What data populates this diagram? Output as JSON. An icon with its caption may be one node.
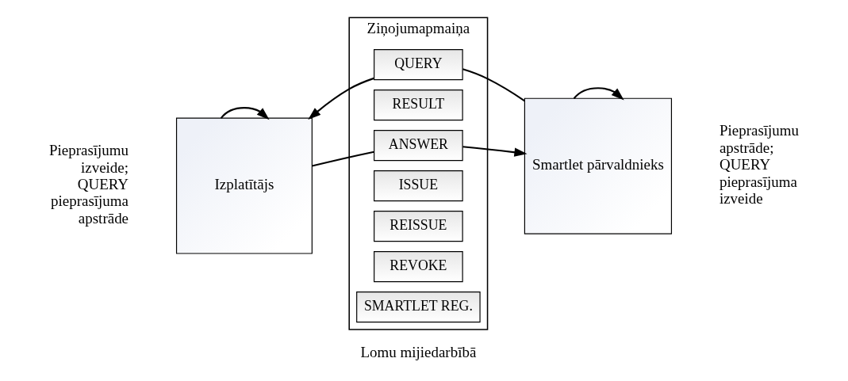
{
  "diagram": {
    "nodes": [
      {
        "text": [
          "Izplatītājs"
        ],
        "beside": [
          "Pieprasījumu izveide; QUERY pieprasījuma apstrāde"
        ]
      },
      {
        "text": [
          "Ziņojumapmaiņa"
        ],
        "beside": [
          "Lomu mijiedarbībā"
        ]
      },
      {
        "text": [
          "QUERY"
        ],
        "in": 1
      },
      {
        "text": [
          "RESULT"
        ],
        "in": 1
      },
      {
        "text": [
          "ANSWER"
        ],
        "in": 1
      },
      {
        "text": [
          "ISSUE"
        ],
        "in": 1
      },
      {
        "text": [
          "REISSUE"
        ],
        "in": 1
      },
      {
        "text": [
          "REVOKE"
        ],
        "in": 1
      },
      {
        "text": [
          "SMARTLET REG."
        ],
        "in": 1
      },
      {
        "text": [
          "Smartlet pārvaldnieks"
        ],
        "beside": [
          "Pieprasījumu apstrāde; QUERY pieprasījuma izveide"
        ]
      }
    ],
    "edges": [
      {
        "from": 0,
        "to": 0,
        "arrow": "to"
      },
      {
        "from": 9,
        "to": 2,
        "arrow": "none"
      },
      {
        "from": 2,
        "to": 0,
        "arrow": "to"
      },
      {
        "from": 0,
        "to": 4,
        "arrow": "none"
      },
      {
        "from": 4,
        "to": 9,
        "arrow": "to"
      },
      {
        "from": 9,
        "to": 9,
        "arrow": "to"
      }
    ]
  }
}
